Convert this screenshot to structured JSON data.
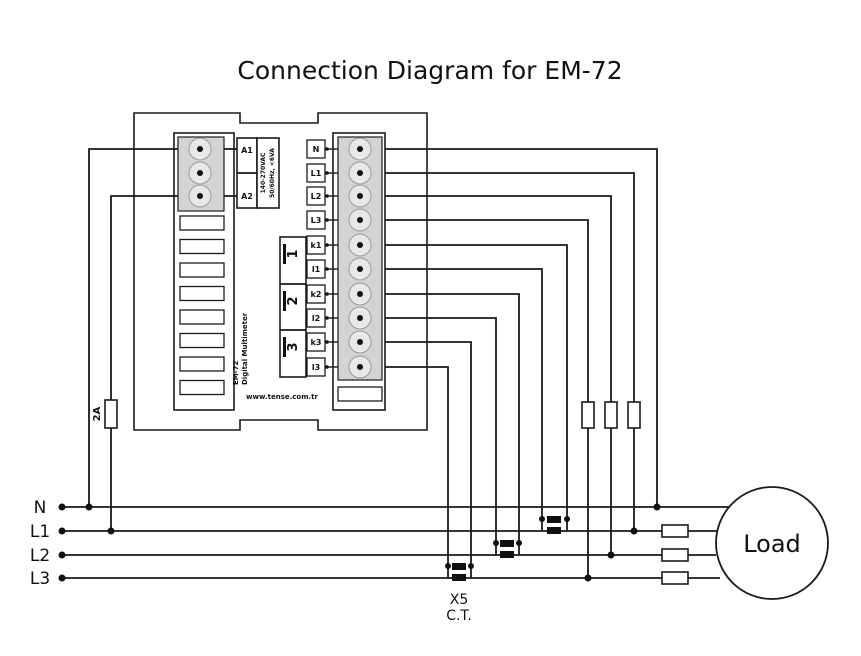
{
  "title": "Connection Diagram for EM-72",
  "device": {
    "model": "EM-72",
    "name": "Digital Multimeter",
    "website": "www.tense.com.tr",
    "supply_terminals": [
      "A1",
      "A2"
    ],
    "supply_rating_1": "140-270VAC",
    "supply_rating_2": "50/60Hz, <6VA",
    "terminals": [
      "N",
      "L1",
      "L2",
      "L3",
      "k1",
      "l1",
      "k2",
      "l2",
      "k3",
      "l3"
    ],
    "groups": [
      "1",
      "2",
      "3"
    ]
  },
  "fuse_label": "2A",
  "bus_lines": [
    "N",
    "L1",
    "L2",
    "L3"
  ],
  "ct_label_1": "X5",
  "ct_label_2": "C.T.",
  "load_label": "Load",
  "colors": {
    "line": "#1a1a1a",
    "connector_fill": "#d3d3d3",
    "background": "#ffffff"
  }
}
